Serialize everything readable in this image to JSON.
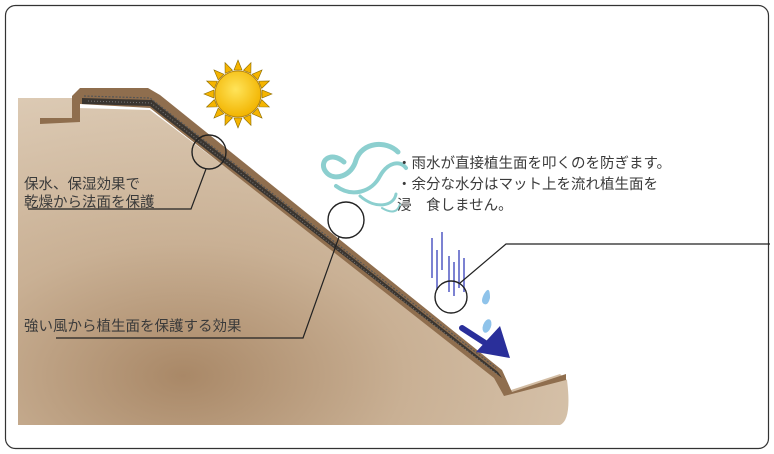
{
  "diagram": {
    "labels": {
      "water_retention_line1": "保水、保湿効果で",
      "water_retention_line2": "乾燥から法面を保護",
      "wind_protection": "強い風から植生面を保護する効果",
      "rain_line1": "・雨水が直接植生面を叩くのを防ぎます。",
      "rain_line2": "・余分な水分はマット上を流れ植生面を",
      "rain_line3": "浸　食しません。"
    },
    "icons": [
      "sun-icon",
      "wind-icon",
      "rain-icon",
      "water-drop-icon",
      "flow-arrow-icon"
    ],
    "colors": {
      "slope_fill": "#c7ab8e",
      "slope_edge": "#8a6b4d",
      "sun": "#f4c20d",
      "wind": "#7fc6c6",
      "rain": "#5a66c8",
      "arrow": "#2a2f9a"
    }
  }
}
